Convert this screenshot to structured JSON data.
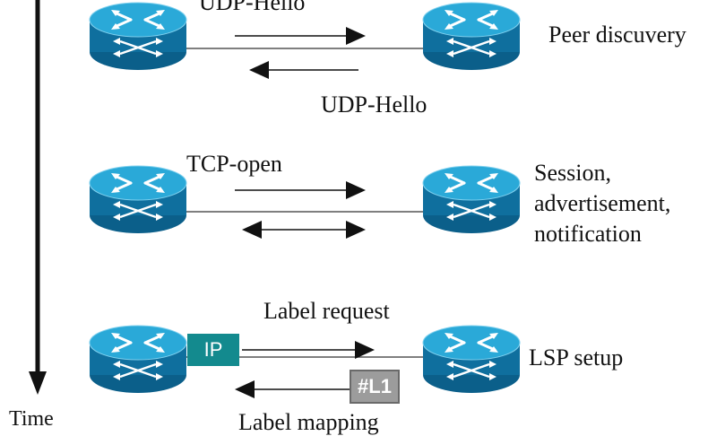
{
  "axis": {
    "label": "Time"
  },
  "colors": {
    "router_top": "#2aa9d8",
    "router_body": "#0f6f9e",
    "packet_ip": "#138a8e",
    "packet_label": "#9c9c9c",
    "line": "#555555",
    "arrow": "#111111"
  },
  "rows": [
    {
      "id": "discovery",
      "top_label": "UDP-Hello",
      "bottom_label": "UDP-Hello",
      "side_label_lines": [
        "Peer discuvery"
      ]
    },
    {
      "id": "session",
      "top_label": "TCP-open",
      "bottom_label": "",
      "side_label_lines": [
        "Session,",
        "advertisement,",
        "notification"
      ]
    },
    {
      "id": "lsp",
      "top_label": "Label request",
      "bottom_label": "Label mapping",
      "side_label_lines": [
        "LSP setup"
      ],
      "packet_ip": "IP",
      "packet_label": "#L1"
    }
  ],
  "icons": {
    "router": "router-icon"
  }
}
